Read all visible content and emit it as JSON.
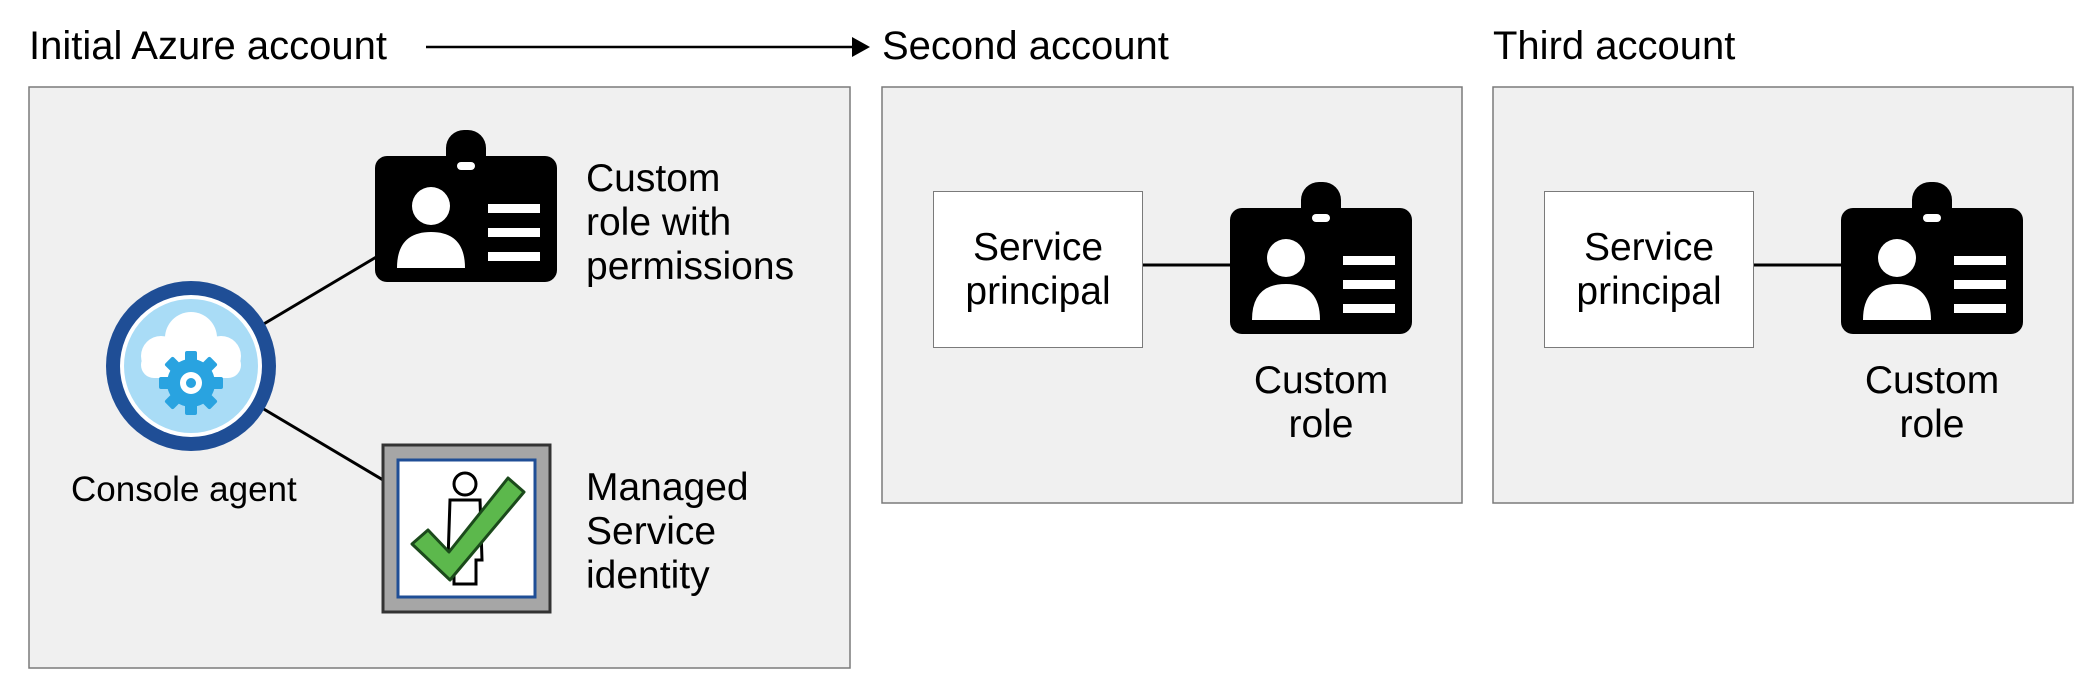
{
  "colors": {
    "panel_fill": "#f0f0f0",
    "panel_border": "#7a7a7a",
    "badge_fill": "#000000",
    "agent_ring": "#1f4e96",
    "agent_inner": "#a9dcf6",
    "gear": "#29a3e0",
    "msi_frame": "#a6a6a6",
    "msi_border": "#1f4e96",
    "check": "#5cb84c"
  },
  "accounts": {
    "initial": {
      "title": "Initial Azure account"
    },
    "second": {
      "title": "Second account"
    },
    "third": {
      "title": "Third account"
    }
  },
  "initial_panel": {
    "custom_role_label": "Custom\nrole with\npermissions",
    "agent_label": "Console agent",
    "msi_label": "Managed\nService\nidentity"
  },
  "second_panel": {
    "service_principal_label": "Service\nprincipal",
    "custom_role_label": "Custom\nrole"
  },
  "third_panel": {
    "service_principal_label": "Service\nprincipal",
    "custom_role_label": "Custom\nrole"
  },
  "icons": {
    "badge": "id-badge-icon",
    "agent": "cloud-gear-icon",
    "msi": "managed-identity-check-icon"
  }
}
